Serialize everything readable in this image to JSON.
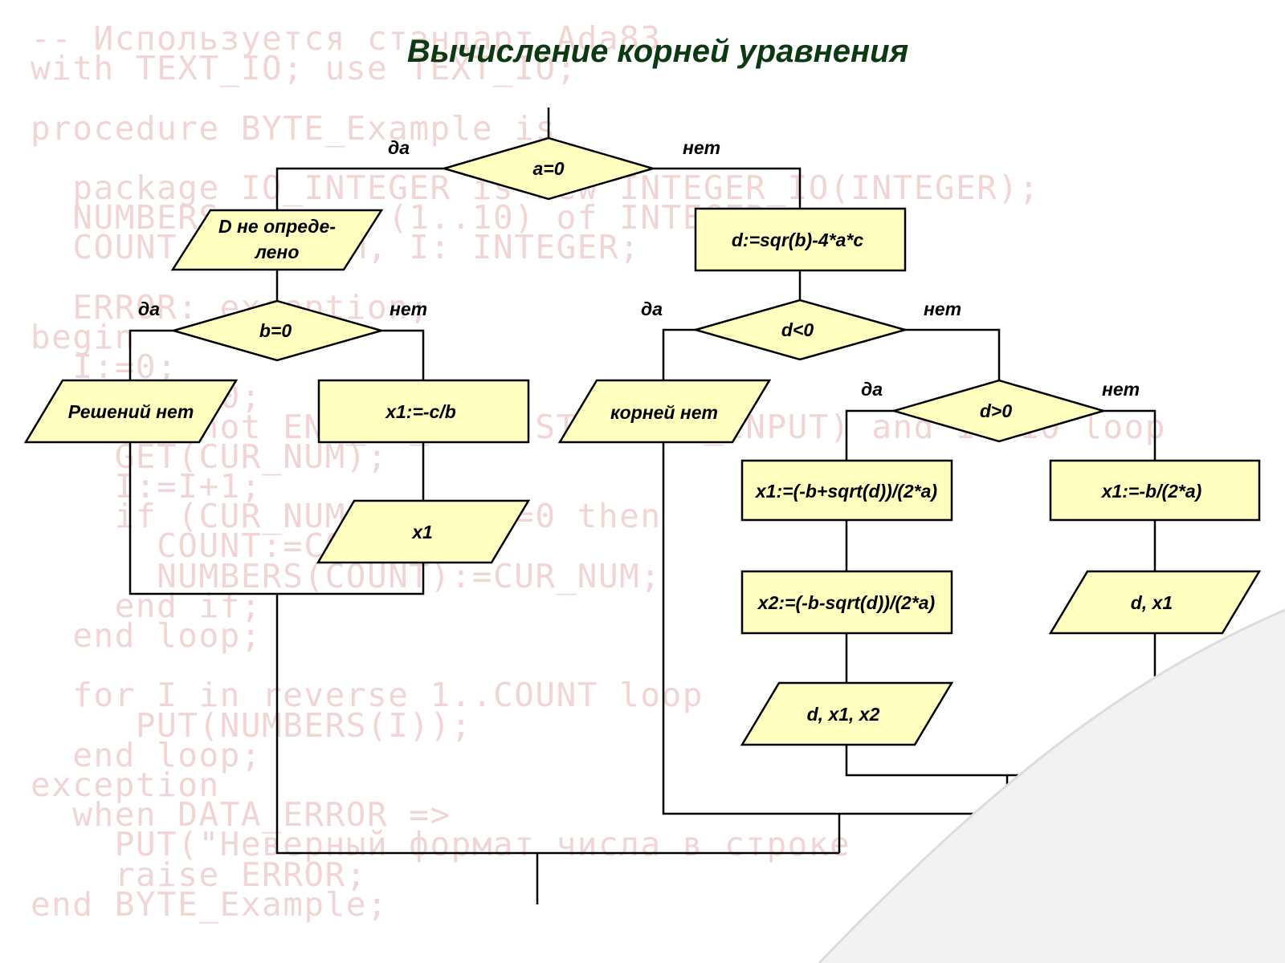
{
  "title": "Вычисление корней уравнения",
  "background_code": [
    "-- Используется стандарт Ada83",
    "with TEXT_IO; use TEXT_IO;",
    "",
    "procedure BYTE_Example is",
    "",
    "  package IO_INTEGER is new INTEGER_IO(INTEGER);",
    "  NUMBERS: array (1..10) of INTEGER;",
    "  COUNT, CUR_NUM, I: INTEGER;",
    "",
    "  ERROR: exception;",
    "begin",
    "  I:=0;",
    "  COUNT:=0;",
    "  while not END_OF_FILE(STANDARD_INPUT) and I<=10 loop",
    "    GET(CUR_NUM);",
    "    I:=I+1;",
    "    if (CUR_NUM mod 2)/=0 then",
    "      COUNT:=COUNT+1;",
    "      NUMBERS(COUNT):=CUR_NUM;",
    "    end if;",
    "  end loop;",
    "",
    "  for I in reverse 1..COUNT loop",
    "     PUT(NUMBERS(I));",
    "  end loop;",
    "exception",
    "  when DATA_ERROR =>",
    "    PUT(\"Неверный формат числа в строке",
    "    raise ERROR;",
    "end BYTE_Example;"
  ],
  "colors": {
    "shape_fill": "#ffffc0",
    "title": "#0b3a12",
    "background_code": "#f1d5d4"
  },
  "nodes": {
    "a_eq_0": "a=0",
    "d_undefined_line1": "D не опреде-",
    "d_undefined_line2": "лено",
    "b_eq_0": "b=0",
    "no_solutions": "Решений нет",
    "x1_linear": "x1:=-c/b",
    "out_x1": "x1",
    "discriminant": "d:=sqr(b)-4*a*c",
    "d_lt_0": "d<0",
    "no_roots": "корней нет",
    "d_gt_0": "d>0",
    "x1_root": "x1:=(-b+sqrt(d))/(2*a)",
    "x2_root": "x2:=(-b-sqrt(d))/(2*a)",
    "out_d_x1_x2": "d, x1, x2",
    "x1_double": "x1:=-b/(2*a)",
    "out_d_x1": "d, x1"
  },
  "edges": {
    "a_yes": "да",
    "a_no": "нет",
    "b_yes": "да",
    "b_no": "нет",
    "dlt_yes": "да",
    "dlt_no": "нет",
    "dgt_yes": "да",
    "dgt_no": "нет"
  }
}
